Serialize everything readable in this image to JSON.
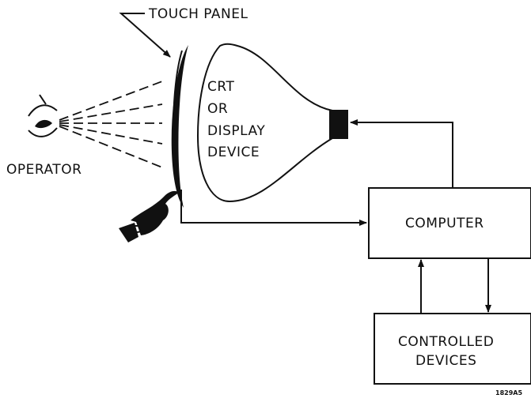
{
  "labels": {
    "touch_panel": "TOUCH PANEL",
    "crt_line1": "CRT",
    "crt_line2": "OR",
    "crt_line3": "DISPLAY",
    "crt_line4": "DEVICE",
    "operator": "OPERATOR",
    "computer": "COMPUTER",
    "controlled_line1": "CONTROLLED",
    "controlled_line2": "DEVICES",
    "figure_id": "1829A5"
  },
  "colors": {
    "ink": "#111111",
    "paper": "#ffffff"
  }
}
